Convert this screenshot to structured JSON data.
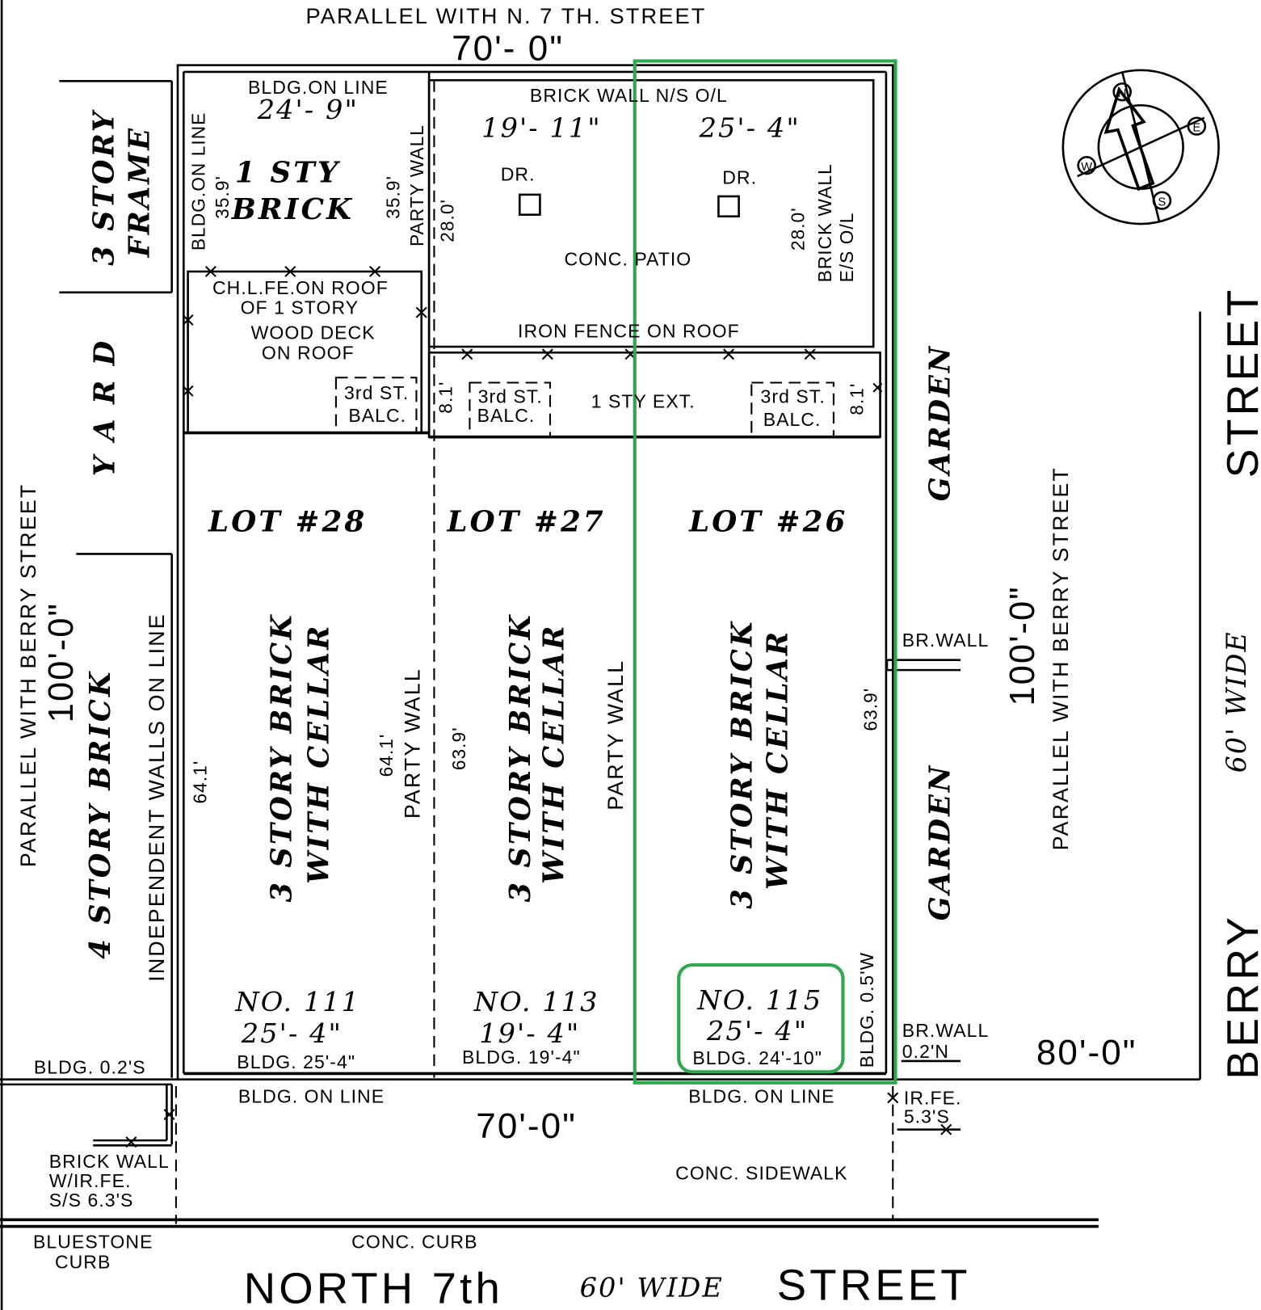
{
  "top": {
    "parallel": "PARALLEL WITH N. 7 TH. STREET",
    "width": "70'- 0\""
  },
  "rear": {
    "bldg_on_line": "BLDG.ON LINE",
    "lot28_rear_dim": "24'- 9\"",
    "one_sty": "1 STY",
    "brick": "BRICK",
    "bldg_on_line_side": "BLDG.ON LINE",
    "dim_35_9_left": "35.9'",
    "dim_35_9_right": "35.9'",
    "party_wall": "PARTY WALL",
    "brick_wall_ns": "BRICK WALL N/S O/L",
    "lot27_rear_dim": "19'- 11\"",
    "lot26_rear_dim": "25'- 4\"",
    "dr_left": "DR.",
    "dr_right": "DR.",
    "dim_28_left": "28.0'",
    "dim_28_right": "28.0'",
    "brick_wall_es": "BRICK WALL",
    "es_ol": "E/S O/L",
    "conc_patio": "CONC. PATIO",
    "iron_fence": "IRON FENCE ON ROOF",
    "ch_fence_1": "CH.L.FE.ON ROOF",
    "ch_fence_2": "OF 1 STORY",
    "wood_deck_1": "WOOD DECK",
    "wood_deck_2": "ON ROOF",
    "balc_top": "3rd ST.",
    "balc_bottom": "BALC.",
    "dim_8_1": "8.1'",
    "one_sty_ext": "1 STY EXT."
  },
  "left": {
    "three_story": "3 STORY",
    "frame": "FRAME",
    "yard": "Y A R D",
    "parallel_berry": "PARALLEL WITH BERRY STREET",
    "depth": "100'-0\"",
    "four_story_brick": "4 STORY BRICK",
    "independent_walls": "INDEPENDENT WALLS ON LINE",
    "bldg_0_2s": "BLDG. 0.2'S"
  },
  "lots": [
    {
      "lot": "LOT #28",
      "line1": "3 STORY BRICK",
      "line2": "WITH CELLAR",
      "no": "NO. 111",
      "frontage": "25'- 4\"",
      "bldg": "BLDG. 25'-4\"",
      "depth_left": "64.1'",
      "depth_right": "64.1'",
      "wall": "PARTY WALL"
    },
    {
      "lot": "LOT #27",
      "line1": "3 STORY BRICK",
      "line2": "WITH CELLAR",
      "no": "NO. 113",
      "frontage": "19'- 4\"",
      "bldg": "BLDG. 19'-4\"",
      "depth_left": "63.9'",
      "wall": "PARTY WALL"
    },
    {
      "lot": "LOT #26",
      "line1": "3 STORY BRICK",
      "line2": "WITH CELLAR",
      "no": "NO. 115",
      "frontage": "25'- 4\"",
      "bldg": "BLDG. 24'-10\"",
      "depth_right": "63.9'",
      "bldg_side": "BLDG. 0.5'W"
    }
  ],
  "right": {
    "garden": "GARDEN",
    "br_wall": "BR.WALL",
    "br_wall_0_2n": "0.2'N",
    "depth": "100'-0\"",
    "parallel_berry": "PARALLEL WITH BERRY STREET",
    "side_width": "80'-0\"",
    "berry": "BERRY",
    "street": "STREET",
    "wide": "60' WIDE"
  },
  "front": {
    "bldg_on_line": "BLDG. ON LINE",
    "width": "70'-0\"",
    "irfe": "IR.FE.",
    "irfe_dist": "5.3'S",
    "conc_sidewalk": "CONC. SIDEWALK",
    "brick_wall_1": "BRICK WALL",
    "brick_wall_2": "W/IR.FE.",
    "brick_wall_3": "S/S 6.3'S",
    "bluestone_1": "BLUESTONE",
    "bluestone_2": "CURB",
    "conc_curb": "CONC. CURB",
    "street_north": "NORTH 7th",
    "street_wide": "60' WIDE",
    "street_street": "STREET"
  },
  "compass": {
    "n": "N",
    "e": "E",
    "s": "S",
    "w": "W"
  },
  "colors": {
    "highlight": "#2ea84e"
  }
}
